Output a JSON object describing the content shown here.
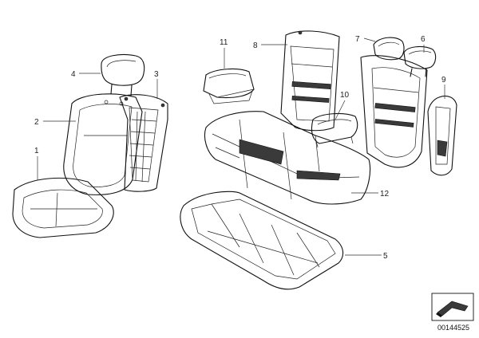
{
  "callouts": {
    "c1": "1",
    "c2": "2",
    "c3": "3",
    "c4": "4",
    "c5": "5",
    "c6": "6",
    "c7": "7",
    "c8": "8",
    "c9": "9",
    "c10": "10",
    "c11": "11",
    "c12": "12"
  },
  "document_number": "00144525"
}
